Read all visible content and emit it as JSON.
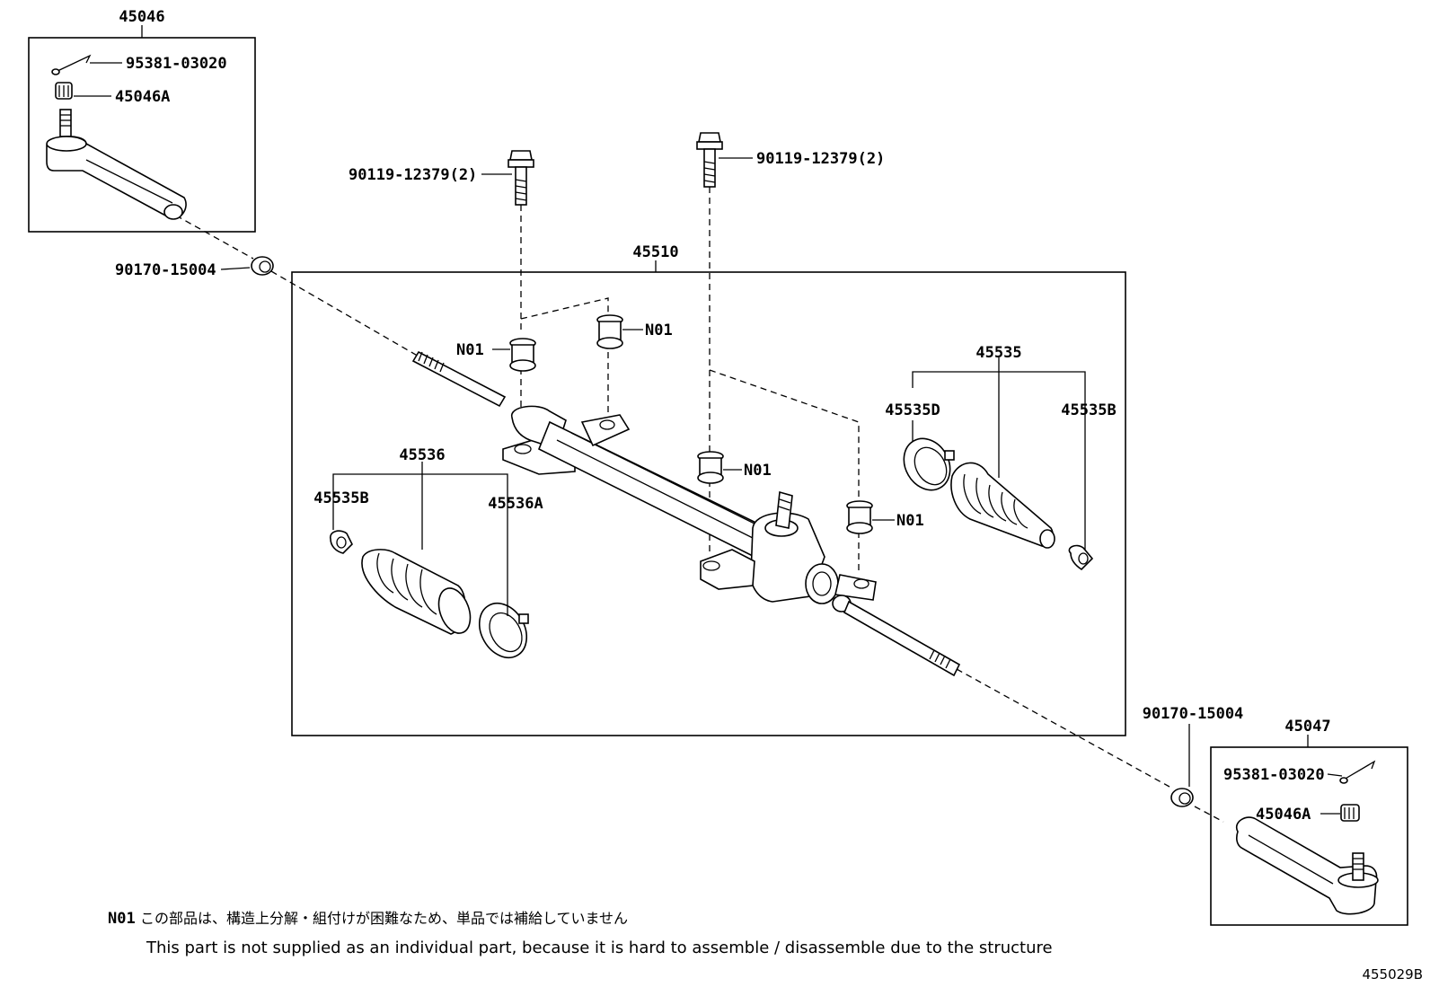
{
  "labels": {
    "tie_rod_end_lh": "45046",
    "cotter_pin_lh": "95381-03020",
    "nut_lh": "45046A",
    "bolt_left": "90119-12379(2)",
    "bolt_right": "90119-12379(2)",
    "lock_nut_lh": "90170-15004",
    "gear_assy": "45510",
    "n01_a": "N01",
    "n01_b": "N01",
    "n01_c": "N01",
    "n01_d": "N01",
    "boot_rh_set": "45535",
    "clamp_rh_large": "45535D",
    "clamp_rh_small": "45535B",
    "boot_lh_set": "45536",
    "clamp_lh_small": "45535B",
    "clamp_lh_large": "45536A",
    "lock_nut_rh": "90170-15004",
    "tie_rod_end_rh": "45047",
    "cotter_pin_rh": "95381-03020",
    "nut_rh": "45046A"
  },
  "footnote": {
    "code": "N01",
    "text_ja": "この部品は、構造上分解・組付けが困難なため、単品では補給していません",
    "text_en": "This part is not supplied as an individual part, because it is hard to assemble / disassemble due to the structure"
  },
  "diagram_id": "455029B"
}
